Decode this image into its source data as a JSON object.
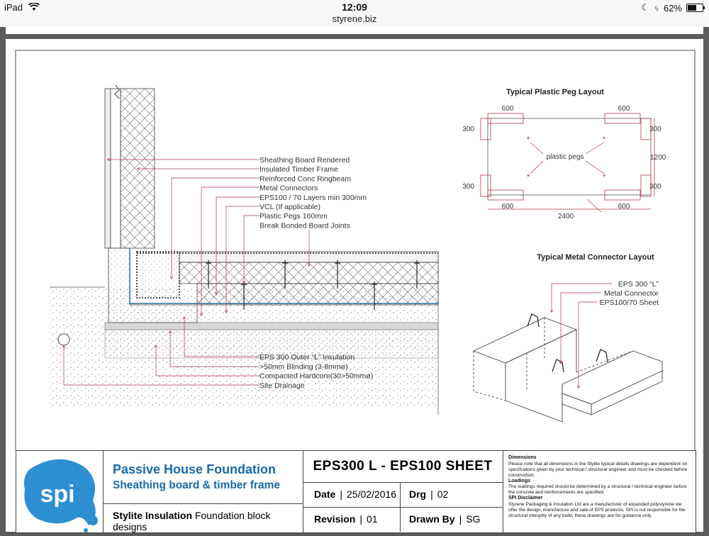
{
  "statusbar": {
    "device": "iPad",
    "time": "12:09",
    "url": "styrene.biz",
    "battery_percent": "62%",
    "battery_level": 0.62
  },
  "drawing": {
    "section_callouts": [
      "Sheathing Board Rendered",
      "Insulated Timber Frame",
      "Reinforced Conc Ringbeam",
      "Metal Connectors",
      "EPS100 / 70 Layers min 300mm",
      "VCL (If applicable)",
      "Plastic Pegs 160mm",
      "Break Bonded Board Joints"
    ],
    "base_callouts": [
      "EPS 300 Outer “L” Insulation",
      ">50mm Blinding (3-8mmø)",
      "Compacted Hardcore(30>50mmø)",
      "Site Drainage"
    ],
    "peg_layout": {
      "title": "Typical Plastic Peg Layout",
      "center_label": "plastic pegs",
      "top_dims": [
        "600",
        "600"
      ],
      "bottom_dims": [
        "600",
        "600"
      ],
      "overall_length": "2400",
      "side_left": [
        "300",
        "300"
      ],
      "side_right": [
        "300",
        "300"
      ],
      "overall_width": "1200"
    },
    "connector_layout": {
      "title": "Typical Metal Connector Layout",
      "callouts": [
        "EPS 300 “L”",
        "Metal Connector",
        "EPS100/70 Sheet"
      ]
    }
  },
  "titleblock": {
    "title_line1": "Passive House Foundation",
    "title_line2": "Sheathing board & timber frame",
    "company": "Stylite Insulation",
    "subtitle": "Foundation block designs",
    "sheet_name": "EPS300 L - EPS100 SHEET",
    "date_label": "Date",
    "date_value": "25/02/2016",
    "drg_label": "Drg",
    "drg_value": "02",
    "revision_label": "Revision",
    "revision_value": "01",
    "drawn_label": "Drawn By",
    "drawn_value": "SG",
    "logo_text": "spi",
    "notes": {
      "dimensions_heading": "Dimensions",
      "dimensions_text": "Please note that all dimensions in the Stylite typical details drawings are dependent on specifcations given by your technical / structural engineer and must be checked before construction.",
      "loadings_heading": "Loadings",
      "loadings_text": "The loadings required should be determined by a structural / technical engineer before the concrete and reinforcements are specified.",
      "disclaimer_heading": "SPI Disclaimer",
      "disclaimer_text": "Styrene Packaging & Insulation Ltd are a manufacturer of expanded polystyrene we offer the design, manufacture and sale of EPS products. SPI is not responsible for the structural intergrity of any build, these drawings are for guidance only."
    }
  },
  "colors": {
    "accent_blue": "#1a6aa8",
    "callout_red": "#b03a48",
    "vcl_blue": "#2f6f9a"
  }
}
